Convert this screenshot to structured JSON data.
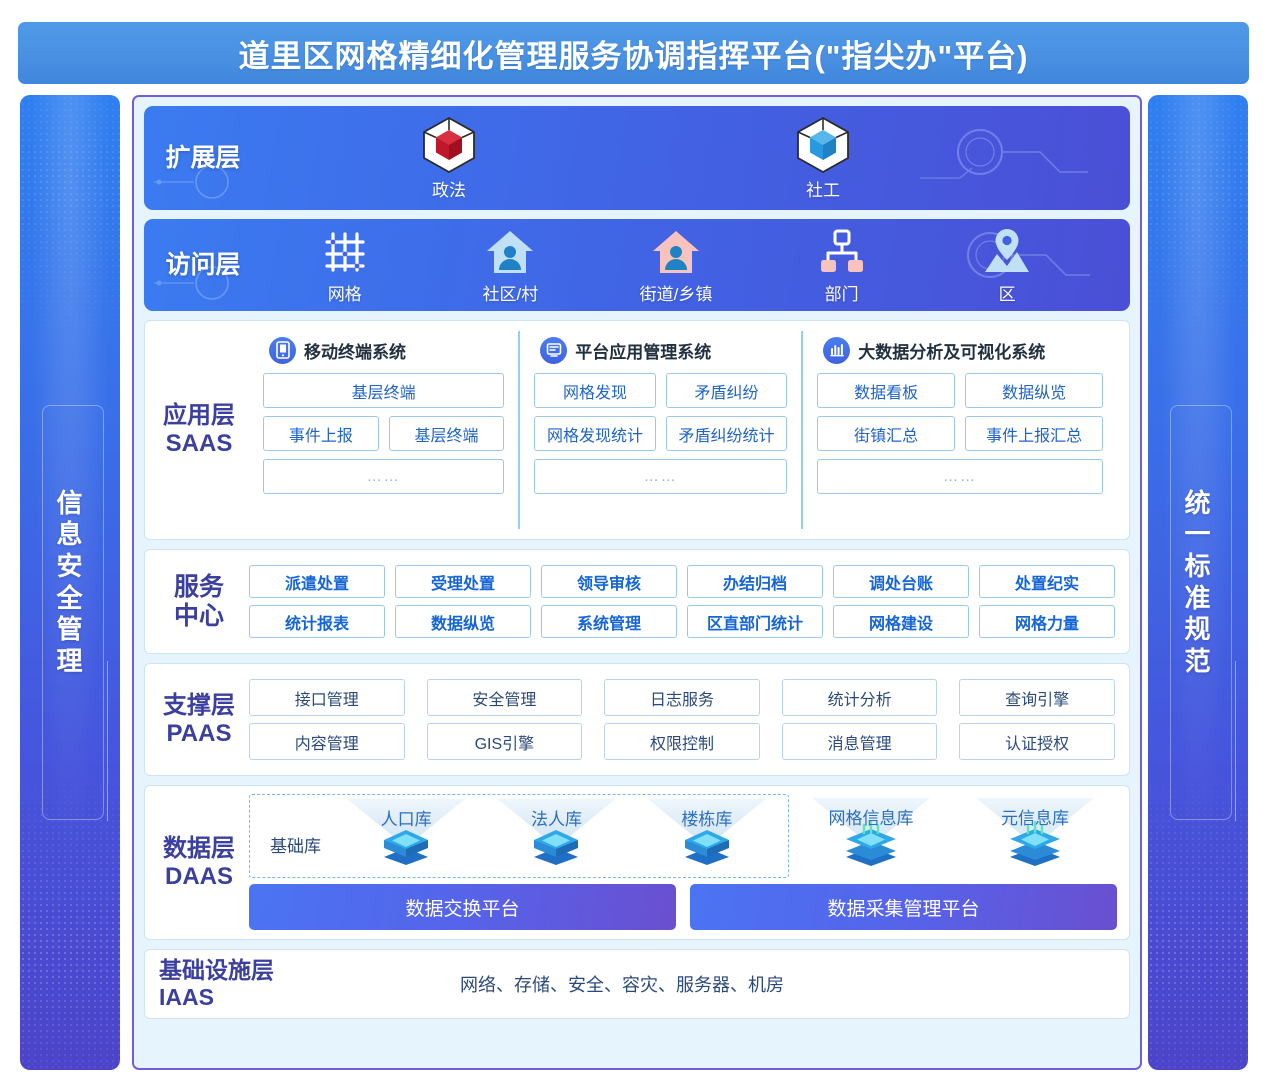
{
  "title": "道里区网格精细化管理服务协调指挥平台(\"指尖办\"平台)",
  "sides": {
    "left": {
      "name": "information-security-management",
      "chars": [
        "信",
        "息",
        "安",
        "全",
        "管",
        "理"
      ]
    },
    "right": {
      "name": "unified-standard-specification",
      "chars": [
        "统",
        "一",
        "标",
        "准",
        "规",
        "范"
      ]
    }
  },
  "extension_layer": {
    "label": "扩展层",
    "items": [
      {
        "caption": "政法",
        "icon": "red-cube-hexagon-icon"
      },
      {
        "caption": "社工",
        "icon": "blue-cube-hexagon-icon"
      }
    ]
  },
  "access_layer": {
    "label": "访问层",
    "items": [
      {
        "caption": "网格",
        "icon": "grid-icon"
      },
      {
        "caption": "社区/村",
        "icon": "house-person-blue-icon"
      },
      {
        "caption": "街道/乡镇",
        "icon": "house-person-pink-icon"
      },
      {
        "caption": "部门",
        "icon": "org-chart-icon"
      },
      {
        "caption": "区",
        "icon": "map-pin-icon"
      }
    ]
  },
  "application_layer": {
    "label_cn": "应用层",
    "label_en": "SAAS",
    "columns": [
      {
        "title": "移动终端系统",
        "icon": "mobile-phone-icon",
        "rows": [
          [
            "基层终端"
          ],
          [
            "事件上报",
            "基层终端"
          ],
          [
            "……"
          ]
        ]
      },
      {
        "title": "平台应用管理系统",
        "icon": "monitor-icon",
        "rows": [
          [
            "网格发现",
            "矛盾纠纷"
          ],
          [
            "网格发现统计",
            "矛盾纠纷统计"
          ],
          [
            "……"
          ]
        ]
      },
      {
        "title": "大数据分析及可视化系统",
        "icon": "bar-chart-icon",
        "rows": [
          [
            "数据看板",
            "数据纵览"
          ],
          [
            "街镇汇总",
            "事件上报汇总"
          ],
          [
            "……"
          ]
        ]
      }
    ]
  },
  "service_center": {
    "label_line1": "服务",
    "label_line2": "中心",
    "rows": [
      [
        "派遣处置",
        "受理处置",
        "领导审核",
        "办结归档",
        "调处台账",
        "处置纪实"
      ],
      [
        "统计报表",
        "数据纵览",
        "系统管理",
        "区直部门统计",
        "网格建设",
        "网格力量"
      ]
    ]
  },
  "support_layer": {
    "label_cn": "支撑层",
    "label_en": "PAAS",
    "rows": [
      [
        "接口管理",
        "安全管理",
        "日志服务",
        "统计分析",
        "查询引擎"
      ],
      [
        "内容管理",
        "GIS引擎",
        "权限控制",
        "消息管理",
        "认证授权"
      ]
    ]
  },
  "data_layer": {
    "label_cn": "数据层",
    "label_en": "DAAS",
    "base_group_label": "基础库",
    "base_databases": [
      "人口库",
      "法人库",
      "楼栋库"
    ],
    "other_databases": [
      "网格信息库",
      "元信息库"
    ],
    "platforms": [
      "数据交换平台",
      "数据采集管理平台"
    ]
  },
  "infrastructure_layer": {
    "label_cn": "基础设施层",
    "label_en": "IAAS",
    "text": "网络、存储、安全、容灾、服务器、机房"
  },
  "colors": {
    "title_bar": "#4a90e2",
    "board_bg": "#e6f4fd",
    "board_border": "#6f5fe0",
    "band_gradient_start": "#3b7bf0",
    "band_gradient_end": "#4a4fd6",
    "label_purple": "#3b3f9e",
    "tile_text_blue": "#2064c8",
    "tile_border": "#9ec8e8",
    "platform_gradient_start": "#4b74f2",
    "platform_gradient_end": "#6a4fd0",
    "red_cube": "#c0182a",
    "blue_cube": "#2a9ae0",
    "pink_accent": "#f8c3bd",
    "light_blue_accent": "#bfe0f5"
  }
}
